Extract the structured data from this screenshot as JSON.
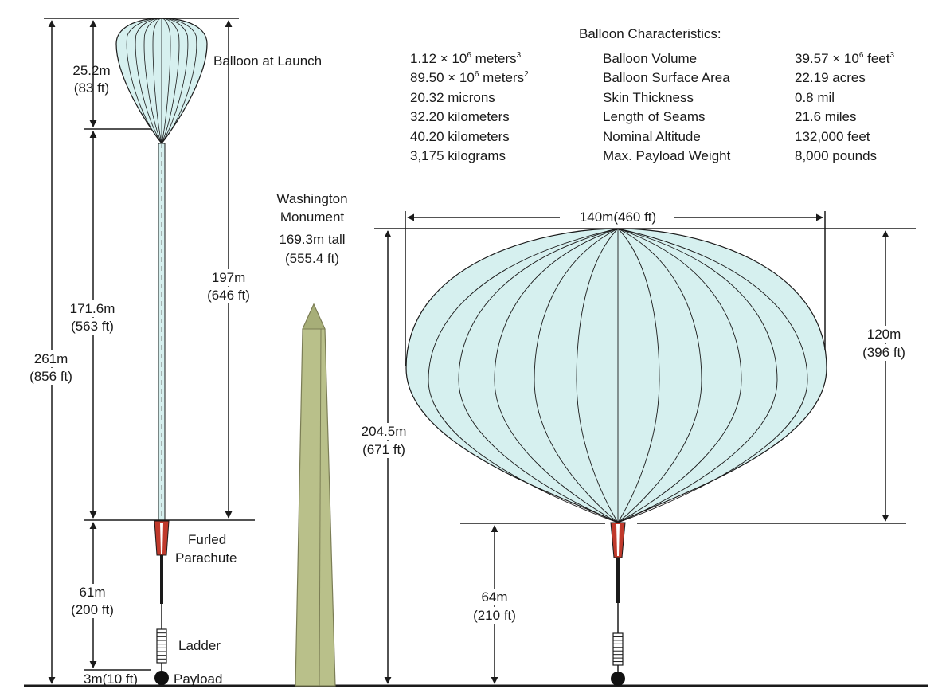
{
  "title": "Balloon Characteristics:",
  "characteristics": [
    {
      "metric_base": "1.12 × 10",
      "metric_exp": "6",
      "metric_unit": " meters",
      "metric_unit_exp": "3",
      "name": "Balloon Volume",
      "imperial_base": "39.57 × 10",
      "imperial_exp": "6",
      "imperial_unit": " feet",
      "imperial_unit_exp": "3"
    },
    {
      "metric_base": "89.50 × 10",
      "metric_exp": "6",
      "metric_unit": " meters",
      "metric_unit_exp": "2",
      "name": "Balloon Surface Area",
      "imperial": "22.19 acres"
    },
    {
      "metric": "20.32 microns",
      "name": "Skin Thickness",
      "imperial": "0.8 mil"
    },
    {
      "metric": "32.20 kilometers",
      "name": "Length of Seams",
      "imperial": "21.6 miles"
    },
    {
      "metric": "40.20 kilometers",
      "name": "Nominal Altitude",
      "imperial": "132,000 feet"
    },
    {
      "metric": "3,175 kilograms",
      "name": "Max. Payload Weight",
      "imperial": "8,000 pounds"
    }
  ],
  "launch": {
    "label": "Balloon at Launch",
    "top_height": {
      "m": "25.2m",
      "ft": "(83 ft)"
    },
    "train_height": {
      "m": "171.6m",
      "ft": "(563 ft)"
    },
    "total_height": {
      "m": "261m",
      "ft": "(856 ft)"
    },
    "to_parachute": {
      "m": "197m",
      "ft": "(646 ft)"
    },
    "lower": {
      "m": "61m",
      "ft": "(200 ft)"
    },
    "payload_gap": "3m(10 ft)",
    "parachute_label_1": "Furled",
    "parachute_label_2": "Parachute",
    "ladder_label": "Ladder",
    "payload_label": "Payload"
  },
  "monument": {
    "line1": "Washington",
    "line2": "Monument",
    "line3": "169.3m tall",
    "line4": "(555.4 ft)"
  },
  "float": {
    "width": "140m(460 ft)",
    "total_height": {
      "m": "204.5m",
      "ft": "(671 ft)"
    },
    "balloon_height": {
      "m": "120m",
      "ft": "(396 ft)"
    },
    "lower": {
      "m": "64m",
      "ft": "(210 ft)"
    }
  },
  "colors": {
    "balloon_fill": "#d6f0ef",
    "monument_fill": "#b9c08a",
    "parachute": "#c0392b",
    "line": "#1a1a1a"
  }
}
